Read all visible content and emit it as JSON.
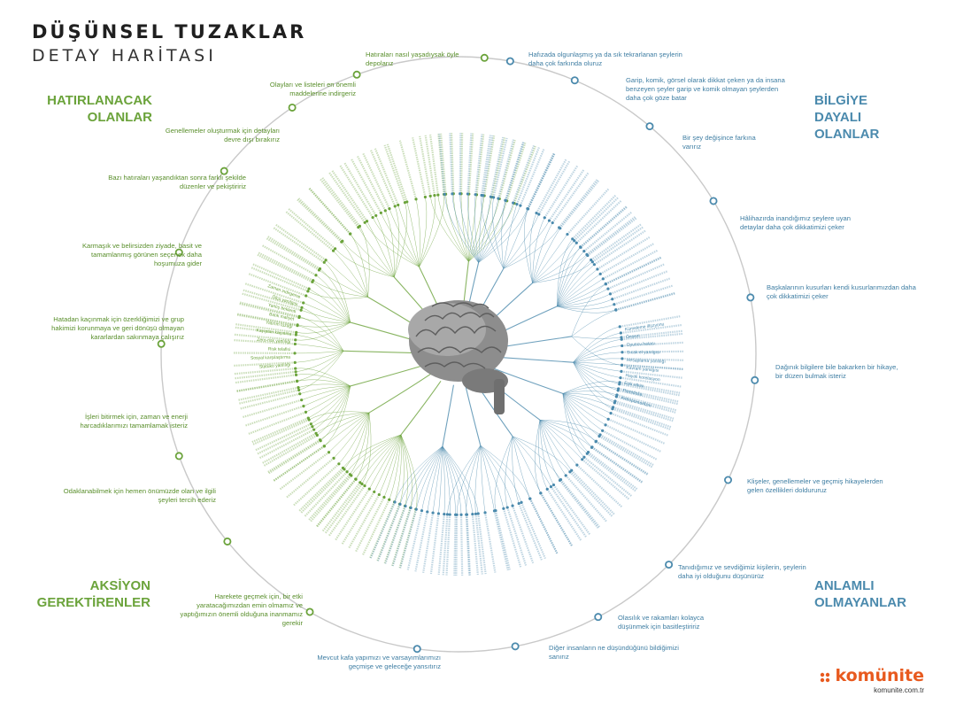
{
  "title": "DÜŞÜNSEL TUZAKLAR",
  "subtitle": "DETAY HARİTASI",
  "colors": {
    "green": "#6ba33b",
    "blue": "#4b8aad",
    "ring": "#c9c9c9",
    "brand": "#e85a1f"
  },
  "quadrants": {
    "top_left": "HATIRLANACAK OLANLAR",
    "top_right": "BİLGİYE DAYALI OLANLAR",
    "bottom_left": "AKSİYON GEREKTİRENLER",
    "bottom_right": "ANLAMLI OLMAYANLAR"
  },
  "labels": [
    {
      "text": "Hatıraları nasıl yaşadıysak öyle depolarız",
      "color": "green"
    },
    {
      "text": "Olayları ve listeleri en önemli maddelerine indirgeriz",
      "color": "green"
    },
    {
      "text": "Genellemeler oluşturmak için detayları devre dışı bırakırız",
      "color": "green"
    },
    {
      "text": "Bazı hatıraları yaşandıktan sonra farklı şekilde düzenler ve pekiştiririz",
      "color": "green"
    },
    {
      "text": "Karmaşık ve belirsizden ziyade, basit ve tamamlanmış görünen seçenek daha hoşumuza gider",
      "color": "green"
    },
    {
      "text": "Hatadan kaçınmak için özerkliğimizi ve grup hakimizi korunmaya ve geri dönüşü olmayan kararlardan sakınmaya çalışırız",
      "color": "green"
    },
    {
      "text": "İşleri bitirmek için, zaman ve enerji harcadıklarımızı tamamlamak isteriz",
      "color": "green"
    },
    {
      "text": "Odaklanabilmek için hemen önümüzde olan ve ilgili şeyleri tercih ederiz",
      "color": "green"
    },
    {
      "text": "Harekete geçmek için, bir etki yaratacağımızdan emin olmamız ve yaptığımızın önemli olduğuna inanmamız gerekir",
      "color": "green"
    },
    {
      "text": "Mevcut kafa yapımızı ve varsayımlarımızı geçmişe ve geleceğe yansıtırız",
      "color": "blue"
    },
    {
      "text": "Diğer insanların ne düşündüğünü bildiğimizi sanırız",
      "color": "blue"
    },
    {
      "text": "Olasılık ve rakamları kolayca düşünmek için basitleştiririz",
      "color": "blue"
    },
    {
      "text": "Tanıdığımız ve sevdiğimiz kişilerin, şeylerin daha iyi olduğunu düşünürüz",
      "color": "blue"
    },
    {
      "text": "Klişeler, genellemeler ve geçmiş hikayelerden gelen özellikleri doldururuz",
      "color": "blue"
    },
    {
      "text": "Dağınık bilgilere bile bakarken bir hikaye, bir düzen bulmak isteriz",
      "color": "blue"
    },
    {
      "text": "Başkalarının kusurları kendi kusurlarımızdan daha çok dikkatimizi çeker",
      "color": "blue"
    },
    {
      "text": "Hâlihazırda inandığımız şeylere uyan detaylar daha çok dikkatimizi çeker",
      "color": "blue"
    },
    {
      "text": "Bir şey değişince farkına varırız",
      "color": "blue"
    },
    {
      "text": "Garip, komik, görsel olarak dikkat çeken ya da insana benzeyen şeyler garip ve komik olmayan şeylerden daha çok göze batar",
      "color": "blue"
    },
    {
      "text": "Hafızada olgunlaşmış ya da sık tekrarlanan şeylerin daha çok farkında oluruz",
      "color": "blue"
    }
  ],
  "bias_samples": {
    "right_mid": [
      "Kümeleme illüzyonu",
      "Önsezi",
      "Oyuncu hatası",
      "Sıcak el yanılgısı",
      "Hesaplama yanlılığı",
      "Kavram yanılgısı",
      "Hayali korelasyon",
      "Eşik etkisi",
      "Pareidolia",
      "Antropomorfizm"
    ],
    "left_mid": [
      "Statüko yanlılığı",
      "Sosyal karşılaştırma",
      "Risk telafisi",
      "Zero-risk yanlılığı",
      "Kayıptan kaçınma",
      "Yatırım tuzağı",
      "Batık maliyet",
      "Yanlış beklenti",
      "Ölçü yanılgısı",
      "Zaman indirgeme"
    ]
  },
  "logo": {
    "name": "komünite",
    "url": "komunite.com.tr"
  }
}
